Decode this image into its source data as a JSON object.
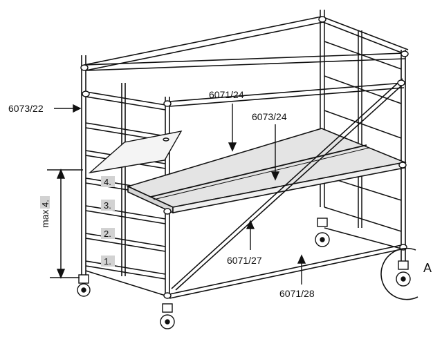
{
  "part_labels": {
    "frame_left": "6073/22",
    "top_brace": "6071/24",
    "platform": "6073/24",
    "diagonal_brace": "6071/27",
    "bottom_brace": "6071/28"
  },
  "level_markers": [
    "1.",
    "2.",
    "3.",
    "4."
  ],
  "height_note": {
    "max_label": "max.",
    "max_level": "4."
  },
  "detail_callout": "A",
  "colors": {
    "line": "#111111",
    "platform_fill": "#e4e4e4",
    "marker_fill": "#d2d2d2",
    "background": "#ffffff"
  }
}
